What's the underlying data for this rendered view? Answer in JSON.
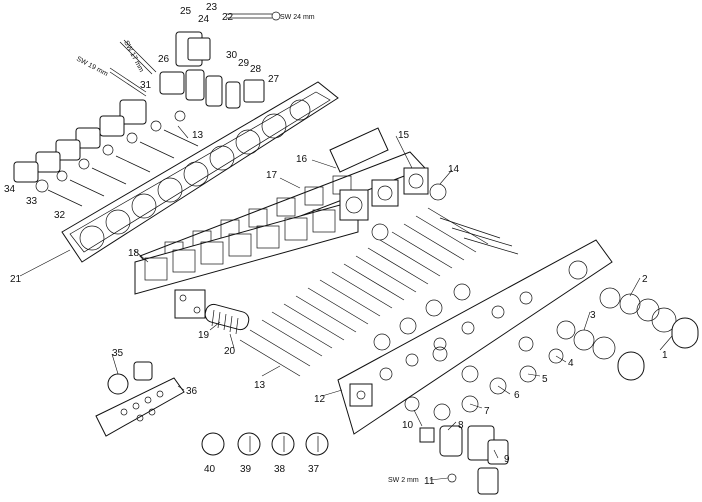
{
  "diagram": {
    "part_numbers": [
      "1",
      "2",
      "3",
      "4",
      "5",
      "6",
      "7",
      "8",
      "9",
      "10",
      "11",
      "12",
      "13",
      "14",
      "15",
      "16",
      "17",
      "18",
      "19",
      "20",
      "21",
      "22",
      "23",
      "24",
      "25",
      "26",
      "27",
      "28",
      "29",
      "30",
      "31",
      "32",
      "33",
      "34",
      "35",
      "36",
      "37",
      "38",
      "39",
      "40"
    ],
    "tool_labels": {
      "sw24": "SW 24 mm",
      "sw17": "SW 17 mm",
      "sw19": "SW 19 mm",
      "sw2": "SW 2 mm"
    }
  }
}
